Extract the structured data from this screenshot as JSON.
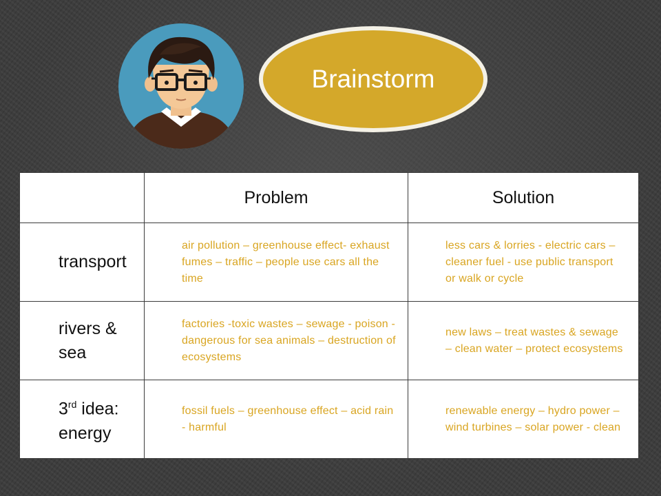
{
  "bubble": {
    "title": "Brainstorm"
  },
  "table": {
    "headers": [
      "",
      "Problem",
      "Solution"
    ],
    "rows": [
      {
        "label": "transport",
        "problem": "air pollution – greenhouse effect- exhaust fumes – traffic – people use cars all the time",
        "solution": "less cars & lorries - electric cars – cleaner fuel - use public transport or walk or cycle"
      },
      {
        "label": "rivers & sea",
        "problem": "factories -toxic wastes – sewage - poison - dangerous for sea animals – destruction of ecosystems",
        "solution": "new laws – treat wastes & sewage – clean water – protect ecosystems"
      },
      {
        "label_prefix": "3",
        "label_sup": "rd",
        "label_suffix": " idea: energy",
        "problem": "fossil fuels – greenhouse effect – acid rain - harmful",
        "solution": "renewable energy – hydro power – wind turbines – solar power - clean"
      }
    ]
  },
  "colors": {
    "bubble_fill": "#d4a82a",
    "bubble_border": "#f4f1e6",
    "avatar_bg": "#4a9bbd",
    "cell_text": "#d9a521",
    "background": "#3b3b3b"
  }
}
